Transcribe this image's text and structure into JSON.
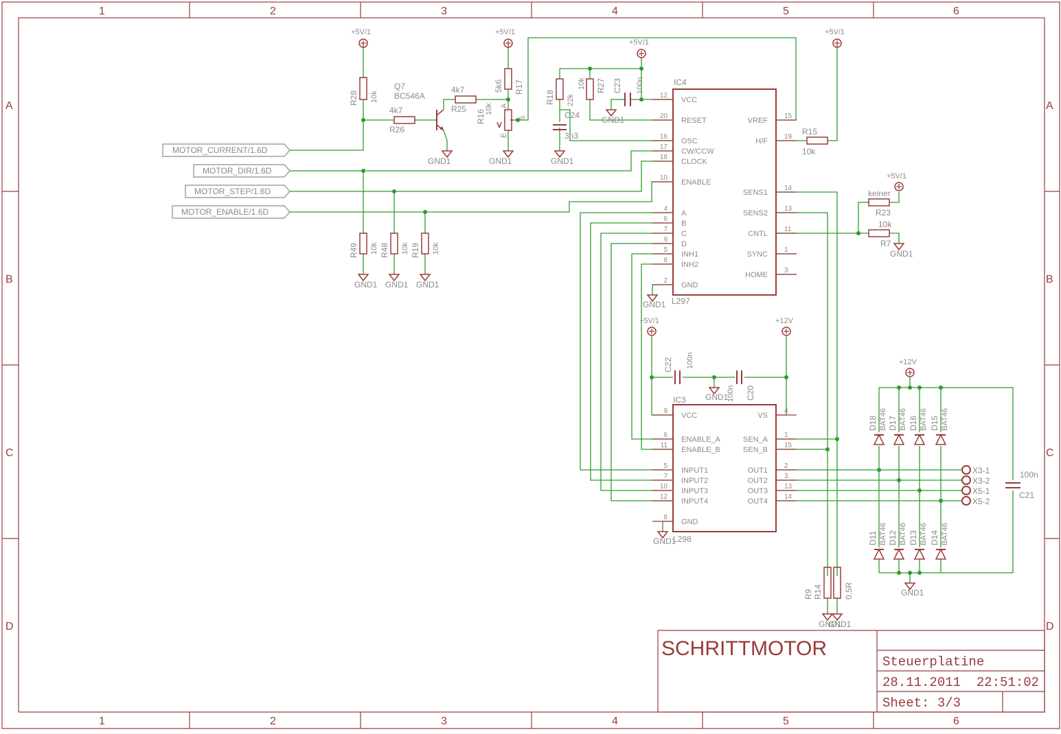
{
  "title_block": {
    "title": "SCHRITTMOTOR",
    "subtitle": "Steuerplatine",
    "datetime": "28.11.2011  22:51:02",
    "sheet": "Sheet: 3/3"
  },
  "grid": {
    "columns": [
      "1",
      "2",
      "3",
      "4",
      "5",
      "6"
    ],
    "rows": [
      "A",
      "B",
      "C",
      "D"
    ]
  },
  "net_labels": [
    "MOTOR_CURRENT/1.6D",
    "MOTOR_DIR/1.6D",
    "MOTOR_STEP/1.6D",
    "MOTOR_ENABLE/1.6D"
  ],
  "supplies": {
    "v5": "+5V/1",
    "v12": "+12V",
    "gnd": "GND1"
  },
  "ic4": {
    "name": "IC4",
    "value": "L297",
    "left_pins": [
      {
        "no": "12",
        "name": "VCC"
      },
      {
        "no": "20",
        "name": "RESET"
      },
      {
        "no": "16",
        "name": "OSC"
      },
      {
        "no": "17",
        "name": "CW/CCW"
      },
      {
        "no": "18",
        "name": "CLOCK"
      },
      {
        "no": "10",
        "name": "ENABLE"
      },
      {
        "no": "4",
        "name": "A"
      },
      {
        "no": "6",
        "name": "B"
      },
      {
        "no": "7",
        "name": "C"
      },
      {
        "no": "9",
        "name": "D"
      },
      {
        "no": "5",
        "name": "INH1"
      },
      {
        "no": "8",
        "name": "INH2"
      },
      {
        "no": "2",
        "name": "GND"
      }
    ],
    "right_pins": [
      {
        "no": "15",
        "name": "VREF"
      },
      {
        "no": "19",
        "name": "H/F"
      },
      {
        "no": "14",
        "name": "SENS1"
      },
      {
        "no": "13",
        "name": "SENS2"
      },
      {
        "no": "11",
        "name": "CNTL"
      },
      {
        "no": "1",
        "name": "SYNC"
      },
      {
        "no": "3",
        "name": "HOME"
      }
    ]
  },
  "ic3": {
    "name": "IC3",
    "value": "L298",
    "left_pins": [
      {
        "no": "9",
        "name": "VCC"
      },
      {
        "no": "6",
        "name": "ENABLE_A"
      },
      {
        "no": "11",
        "name": "ENABLE_B"
      },
      {
        "no": "5",
        "name": "INPUT1"
      },
      {
        "no": "7",
        "name": "INPUT2"
      },
      {
        "no": "10",
        "name": "INPUT3"
      },
      {
        "no": "12",
        "name": "INPUT4"
      },
      {
        "no": "8",
        "name": "GND"
      }
    ],
    "right_pins": [
      {
        "no": "4",
        "name": "VS"
      },
      {
        "no": "1",
        "name": "SEN_A"
      },
      {
        "no": "15",
        "name": "SEN_B"
      },
      {
        "no": "2",
        "name": "OUT1"
      },
      {
        "no": "3",
        "name": "OUT2"
      },
      {
        "no": "13",
        "name": "OUT3"
      },
      {
        "no": "14",
        "name": "OUT4"
      }
    ]
  },
  "resistors": {
    "R28": {
      "name": "R28",
      "value": "10k"
    },
    "R26": {
      "name": "R26",
      "value": "4k7"
    },
    "R25": {
      "name": "R25",
      "value": "4k7"
    },
    "R17": {
      "name": "R17",
      "value": "5k6"
    },
    "R16": {
      "name": "R16",
      "value": "10k"
    },
    "R18": {
      "name": "R18",
      "value": "22k"
    },
    "R27": {
      "name": "R27",
      "value": "10k"
    },
    "R15": {
      "name": "R15",
      "value": "10k"
    },
    "R23": {
      "name": "R23",
      "value": "keiner"
    },
    "R7": {
      "name": "R7",
      "value": "10k"
    },
    "R49": {
      "name": "R49",
      "value": "10k"
    },
    "R48": {
      "name": "R48",
      "value": "10k"
    },
    "R19": {
      "name": "R19",
      "value": "10k"
    },
    "R9": {
      "name": "R9",
      "value": ""
    },
    "R14": {
      "name": "R14",
      "value": "0.5R"
    }
  },
  "transistor": {
    "name": "Q7",
    "value": "BC546A"
  },
  "capacitors": {
    "C23": {
      "name": "C23",
      "value": "100n"
    },
    "C24": {
      "name": "C24",
      "value": "3n3"
    },
    "C22": {
      "name": "C22",
      "value": "100n"
    },
    "C20": {
      "name": "C20",
      "value": "100n"
    },
    "C21": {
      "name": "C21",
      "value": "100n"
    }
  },
  "diodes": {
    "top": [
      {
        "name": "D18",
        "value": "BAT46"
      },
      {
        "name": "D17",
        "value": "BAT46"
      },
      {
        "name": "D16",
        "value": "BAT46"
      },
      {
        "name": "D15",
        "value": "BAT46"
      }
    ],
    "bottom": [
      {
        "name": "D11",
        "value": "BAT46"
      },
      {
        "name": "D12",
        "value": "BAT46"
      },
      {
        "name": "D13",
        "value": "BAT46"
      },
      {
        "name": "D14",
        "value": "BAT46"
      }
    ]
  },
  "connectors": [
    "X3-1",
    "X3-2",
    "X5-1",
    "X5-2"
  ],
  "pot_marks": {
    "a": "A",
    "e": "E",
    "s": "S"
  }
}
